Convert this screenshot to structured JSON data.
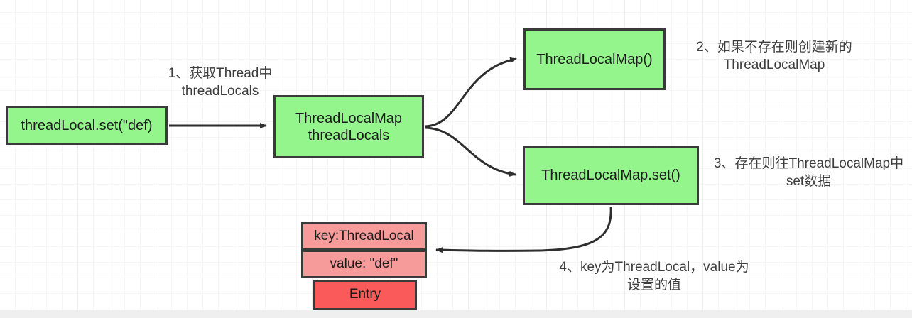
{
  "diagram": {
    "title": "ThreadLocal set flow",
    "colors": {
      "node_green": "#93f58c",
      "node_pink": "#f79a9a",
      "node_red": "#fa5a5a",
      "border": "#3a3a3a",
      "text": "#1d1d1d",
      "grid_minor": "#f6f6f6",
      "grid_major": "#eeeeee"
    },
    "nodes": {
      "threadlocal_set": "threadLocal.set(\"def)",
      "threadlocals": "ThreadLocalMap\nthreadLocals",
      "threadlocalmap_ctor": "ThreadLocalMap()",
      "threadlocalmap_set": "ThreadLocalMap.set()",
      "entry_key": "key:ThreadLocal",
      "entry_value": "value: \"def\"",
      "entry_label": "Entry"
    },
    "labels": {
      "step1": "1、获取Thread中\nthreadLocals",
      "step2": "2、如果不存在则创建新的\nThreadLocalMap",
      "step3": "3、存在则往ThreadLocalMap中\nset数据",
      "step4": "4、key为ThreadLocal，value为\n设置的值"
    }
  }
}
